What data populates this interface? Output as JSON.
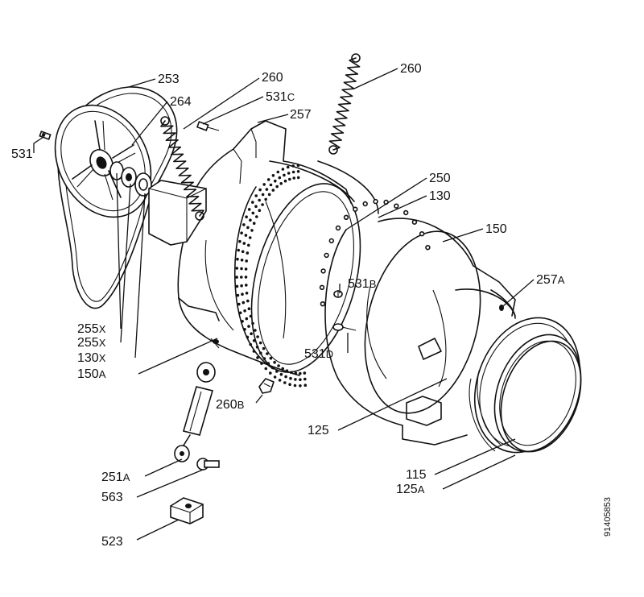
{
  "diagram": {
    "doc_number": "91405853",
    "labels": [
      {
        "id": "253",
        "num": "253",
        "suffix": ""
      },
      {
        "id": "264",
        "num": "264",
        "suffix": ""
      },
      {
        "id": "260a",
        "num": "260",
        "suffix": ""
      },
      {
        "id": "531c",
        "num": "531",
        "suffix": "C"
      },
      {
        "id": "257",
        "num": "257",
        "suffix": ""
      },
      {
        "id": "260b",
        "num": "260",
        "suffix": ""
      },
      {
        "id": "531",
        "num": "531",
        "suffix": ""
      },
      {
        "id": "250",
        "num": "250",
        "suffix": ""
      },
      {
        "id": "130",
        "num": "130",
        "suffix": ""
      },
      {
        "id": "150",
        "num": "150",
        "suffix": ""
      },
      {
        "id": "531b",
        "num": "531",
        "suffix": "B"
      },
      {
        "id": "257a",
        "num": "257",
        "suffix": "A"
      },
      {
        "id": "531d",
        "num": "531",
        "suffix": "D"
      },
      {
        "id": "255x1",
        "num": "255",
        "suffix": "X"
      },
      {
        "id": "255x2",
        "num": "255",
        "suffix": "X"
      },
      {
        "id": "130x",
        "num": "130",
        "suffix": "X"
      },
      {
        "id": "150a",
        "num": "150",
        "suffix": "A"
      },
      {
        "id": "260bb",
        "num": "260",
        "suffix": "B"
      },
      {
        "id": "125",
        "num": "125",
        "suffix": ""
      },
      {
        "id": "115",
        "num": "115",
        "suffix": ""
      },
      {
        "id": "125a",
        "num": "125",
        "suffix": "A"
      },
      {
        "id": "251a",
        "num": "251",
        "suffix": "A"
      },
      {
        "id": "563",
        "num": "563",
        "suffix": ""
      },
      {
        "id": "523",
        "num": "523",
        "suffix": ""
      }
    ]
  }
}
